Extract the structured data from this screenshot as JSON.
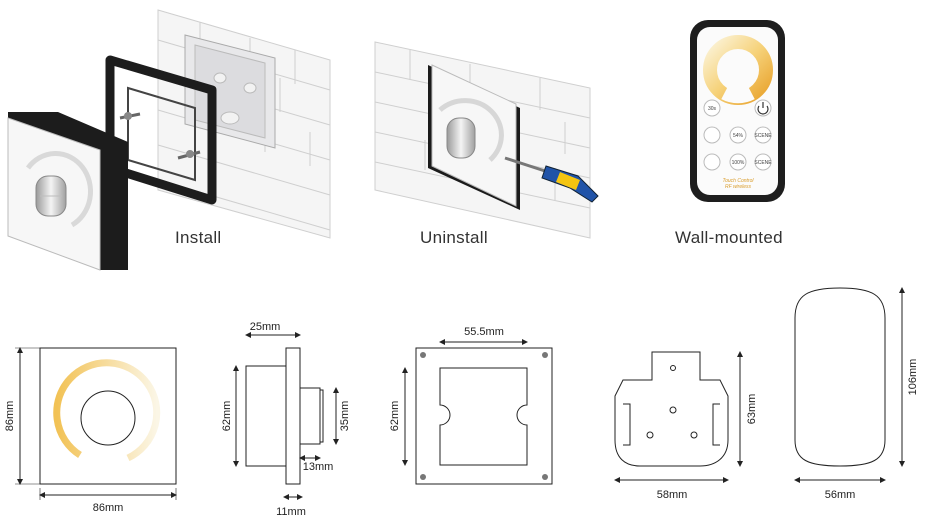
{
  "captions": {
    "install": "Install",
    "uninstall": "Uninstall",
    "wall_mounted": "Wall-mounted"
  },
  "remote": {
    "buttons": [
      "30s",
      "",
      "",
      "54%",
      "SCENE",
      "",
      "100%",
      "SCENE"
    ],
    "brand": "Touch Control",
    "sub": "RF wireless"
  },
  "dimensions": {
    "panel_height": "86mm",
    "panel_width": "86mm",
    "side_top": "25mm",
    "side_height": "62mm",
    "side_knob": "35mm",
    "side_knob_depth": "13mm",
    "side_plate": "11mm",
    "frame_width": "55.5mm",
    "frame_height": "62mm",
    "holder_height": "63mm",
    "holder_width": "58mm",
    "remote_height": "106mm",
    "remote_width": "56mm"
  },
  "colors": {
    "warm": "#f2c96a",
    "cool": "#f6f4ee",
    "outline": "#222222",
    "brick": "#d7d7d7"
  }
}
